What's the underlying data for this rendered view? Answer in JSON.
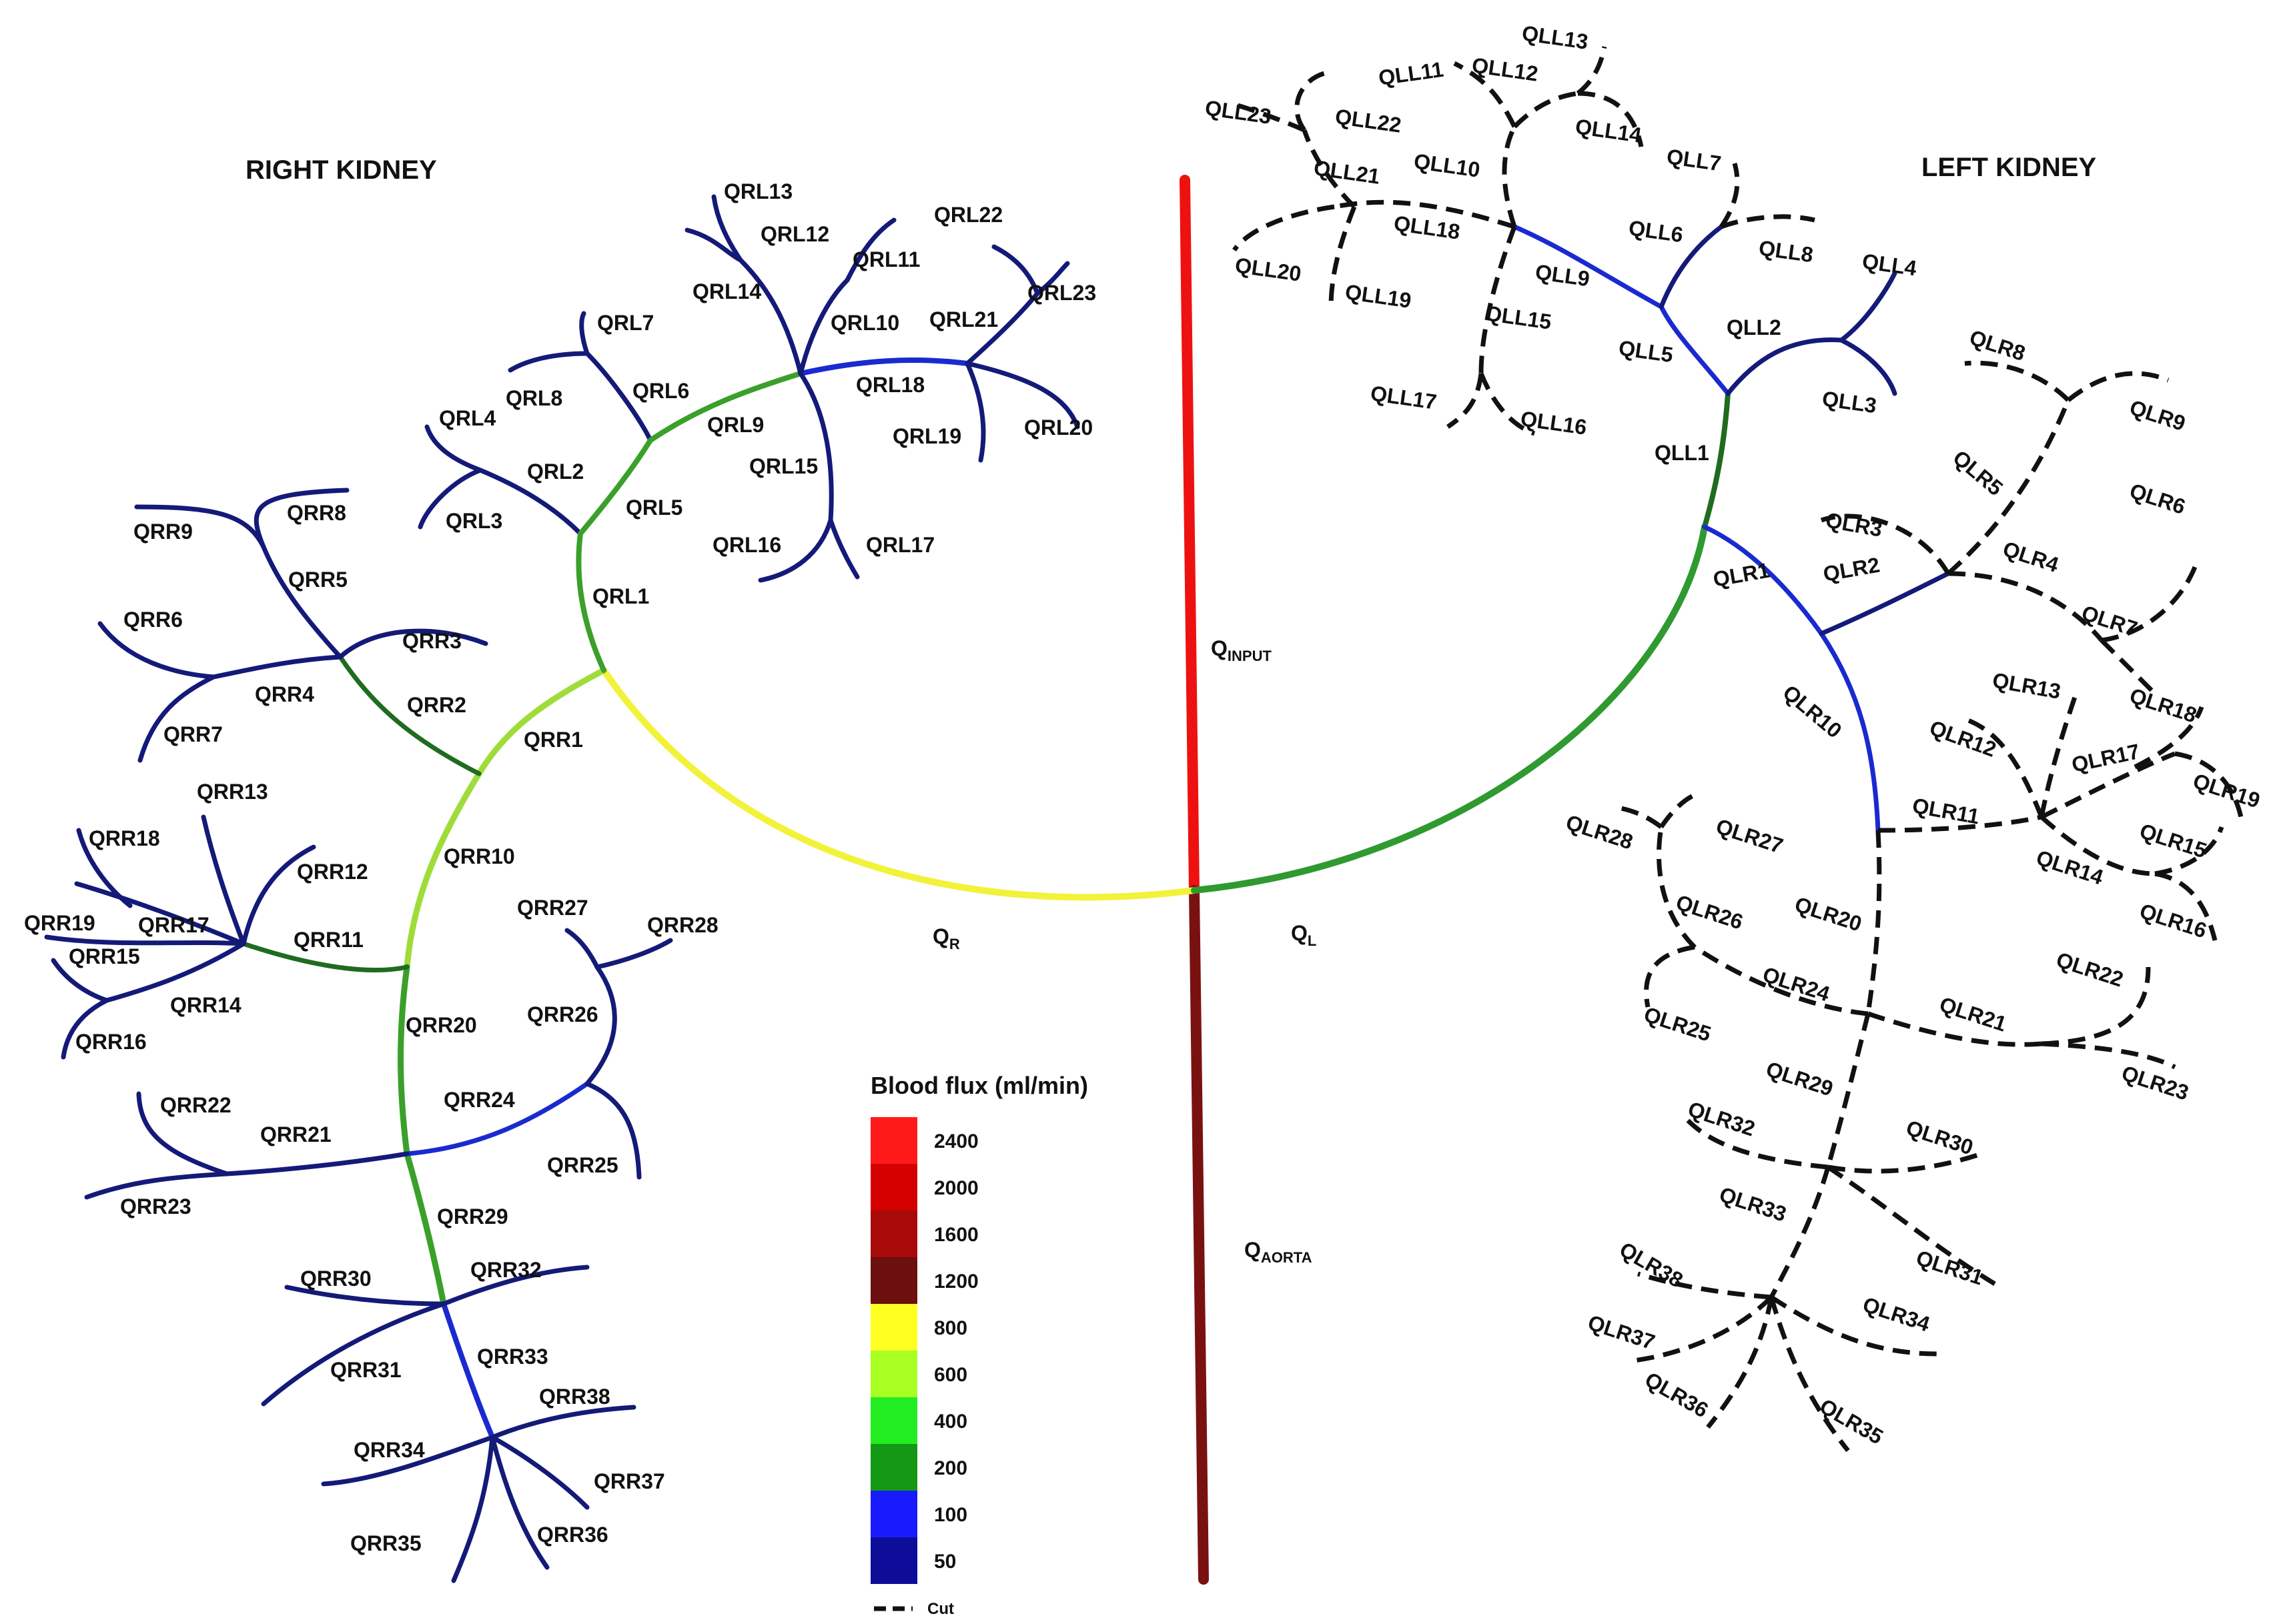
{
  "titles": {
    "right": "RIGHT KIDNEY",
    "left": "LEFT KIDNEY"
  },
  "flows": {
    "q": "Q",
    "input_sub": "INPUT",
    "aorta_sub": "AORTA",
    "r_sub": "R",
    "l_sub": "L"
  },
  "legend": {
    "title": "Blood flux (ml/min)",
    "levels": [
      {
        "label": "2400",
        "color": "#ff1a1a"
      },
      {
        "label": "2000",
        "color": "#d40000"
      },
      {
        "label": "1600",
        "color": "#a80a0a"
      },
      {
        "label": "1200",
        "color": "#6b0f0f"
      },
      {
        "label": "800",
        "color": "#ffff22"
      },
      {
        "label": "600",
        "color": "#aaff22"
      },
      {
        "label": "400",
        "color": "#22ee22"
      },
      {
        "label": "200",
        "color": "#149914"
      },
      {
        "label": "100",
        "color": "#1a1aff"
      },
      {
        "label": "50",
        "color": "#0d0d99"
      }
    ],
    "cut_label": "Cut"
  },
  "colors": {
    "input": "#ee1111",
    "aorta": "#7a1111",
    "q_right": "#f2f23a",
    "q_left": "#2f9a2f",
    "green": "#3aa02a",
    "light_green": "#9fdc3a",
    "dark_green": "#1f6b1f",
    "blue": "#1a2ad0",
    "navy": "#141a78",
    "cut": "#111111"
  },
  "segment_labels": {
    "right": [
      "QRR1",
      "QRR2",
      "QRR3",
      "QRR4",
      "QRR5",
      "QRR6",
      "QRR7",
      "QRR8",
      "QRR9",
      "QRR10",
      "QRR11",
      "QRR12",
      "QRR13",
      "QRR14",
      "QRR15",
      "QRR16",
      "QRR17",
      "QRR18",
      "QRR19",
      "QRR20",
      "QRR21",
      "QRR22",
      "QRR23",
      "QRR24",
      "QRR25",
      "QRR26",
      "QRR27",
      "QRR28",
      "QRR29",
      "QRR30",
      "QRR31",
      "QRR32",
      "QRR33",
      "QRR34",
      "QRR35",
      "QRR36",
      "QRR37",
      "QRR38",
      "QRL1",
      "QRL2",
      "QRL3",
      "QRL4",
      "QRL5",
      "QRL6",
      "QRL7",
      "QRL8",
      "QRL9",
      "QRL10",
      "QRL11",
      "QRL12",
      "QRL13",
      "QRL14",
      "QRL15",
      "QRL16",
      "QRL17",
      "QRL18",
      "QRL19",
      "QRL20",
      "QRL21",
      "QRL22",
      "QRL23"
    ],
    "left": [
      "QLL1",
      "QLL2",
      "QLL3",
      "QLL4",
      "QLL5",
      "QLL6",
      "QLL7",
      "QLL8",
      "QLL9",
      "QLL10",
      "QLL11",
      "QLL12",
      "QLL13",
      "QLL14",
      "QLL15",
      "QLL16",
      "QLL17",
      "QLL18",
      "QLL19",
      "QLL20",
      "QLL21",
      "QLL22",
      "QLL23",
      "QLR1",
      "QLR2",
      "QLR3",
      "QLR4",
      "QLR5",
      "QLR6",
      "QLR7",
      "QLR8",
      "QLR9",
      "QLR10",
      "QLR11",
      "QLR12",
      "QLR13",
      "QLR14",
      "QLR15",
      "QLR16",
      "QLR17",
      "QLR18",
      "QLR19",
      "QLR20",
      "QLR21",
      "QLR22",
      "QLR23",
      "QLR24",
      "QLR25",
      "QLR26",
      "QLR27",
      "QLR28",
      "QLR29",
      "QLR30",
      "QLR31",
      "QLR32",
      "QLR33",
      "QLR34",
      "QLR35",
      "QLR36",
      "QLR37",
      "QLR38"
    ]
  }
}
